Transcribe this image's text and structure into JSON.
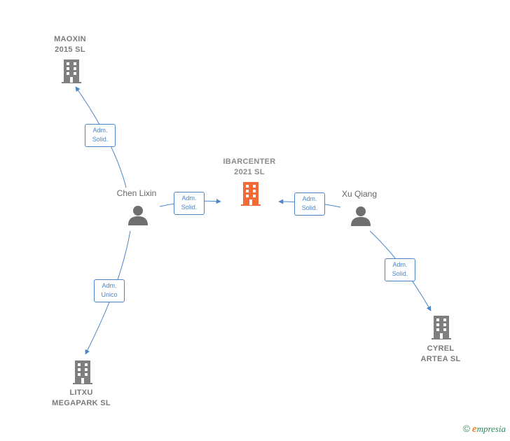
{
  "nodes": {
    "center": {
      "line1": "IBARCENTER",
      "line2": "2021  SL"
    },
    "maoxin": {
      "line1": "MAOXIN",
      "line2": "2015  SL"
    },
    "litxu": {
      "line1": "LITXU",
      "line2": "MEGAPARK SL"
    },
    "cyrel": {
      "line1": "CYREL",
      "line2": "ARTEA  SL"
    },
    "chen": {
      "name": "Chen Lixin"
    },
    "xu": {
      "name": "Xu Qiang"
    }
  },
  "edges": {
    "chen_maoxin": {
      "line1": "Adm.",
      "line2": "Solid."
    },
    "chen_center": {
      "line1": "Adm.",
      "line2": "Solid."
    },
    "xu_center": {
      "line1": "Adm.",
      "line2": "Solid."
    },
    "chen_litxu": {
      "line1": "Adm.",
      "line2": "Unico"
    },
    "xu_cyrel": {
      "line1": "Adm.",
      "line2": "Solid."
    }
  },
  "watermark": {
    "symbol": "©",
    "brand_initial": "e",
    "brand_rest": "mpresia"
  },
  "colors": {
    "edge": "#4a86c8",
    "company": "#7f7f7f",
    "center_company": "#f26a35",
    "person": "#6f6f6f"
  }
}
